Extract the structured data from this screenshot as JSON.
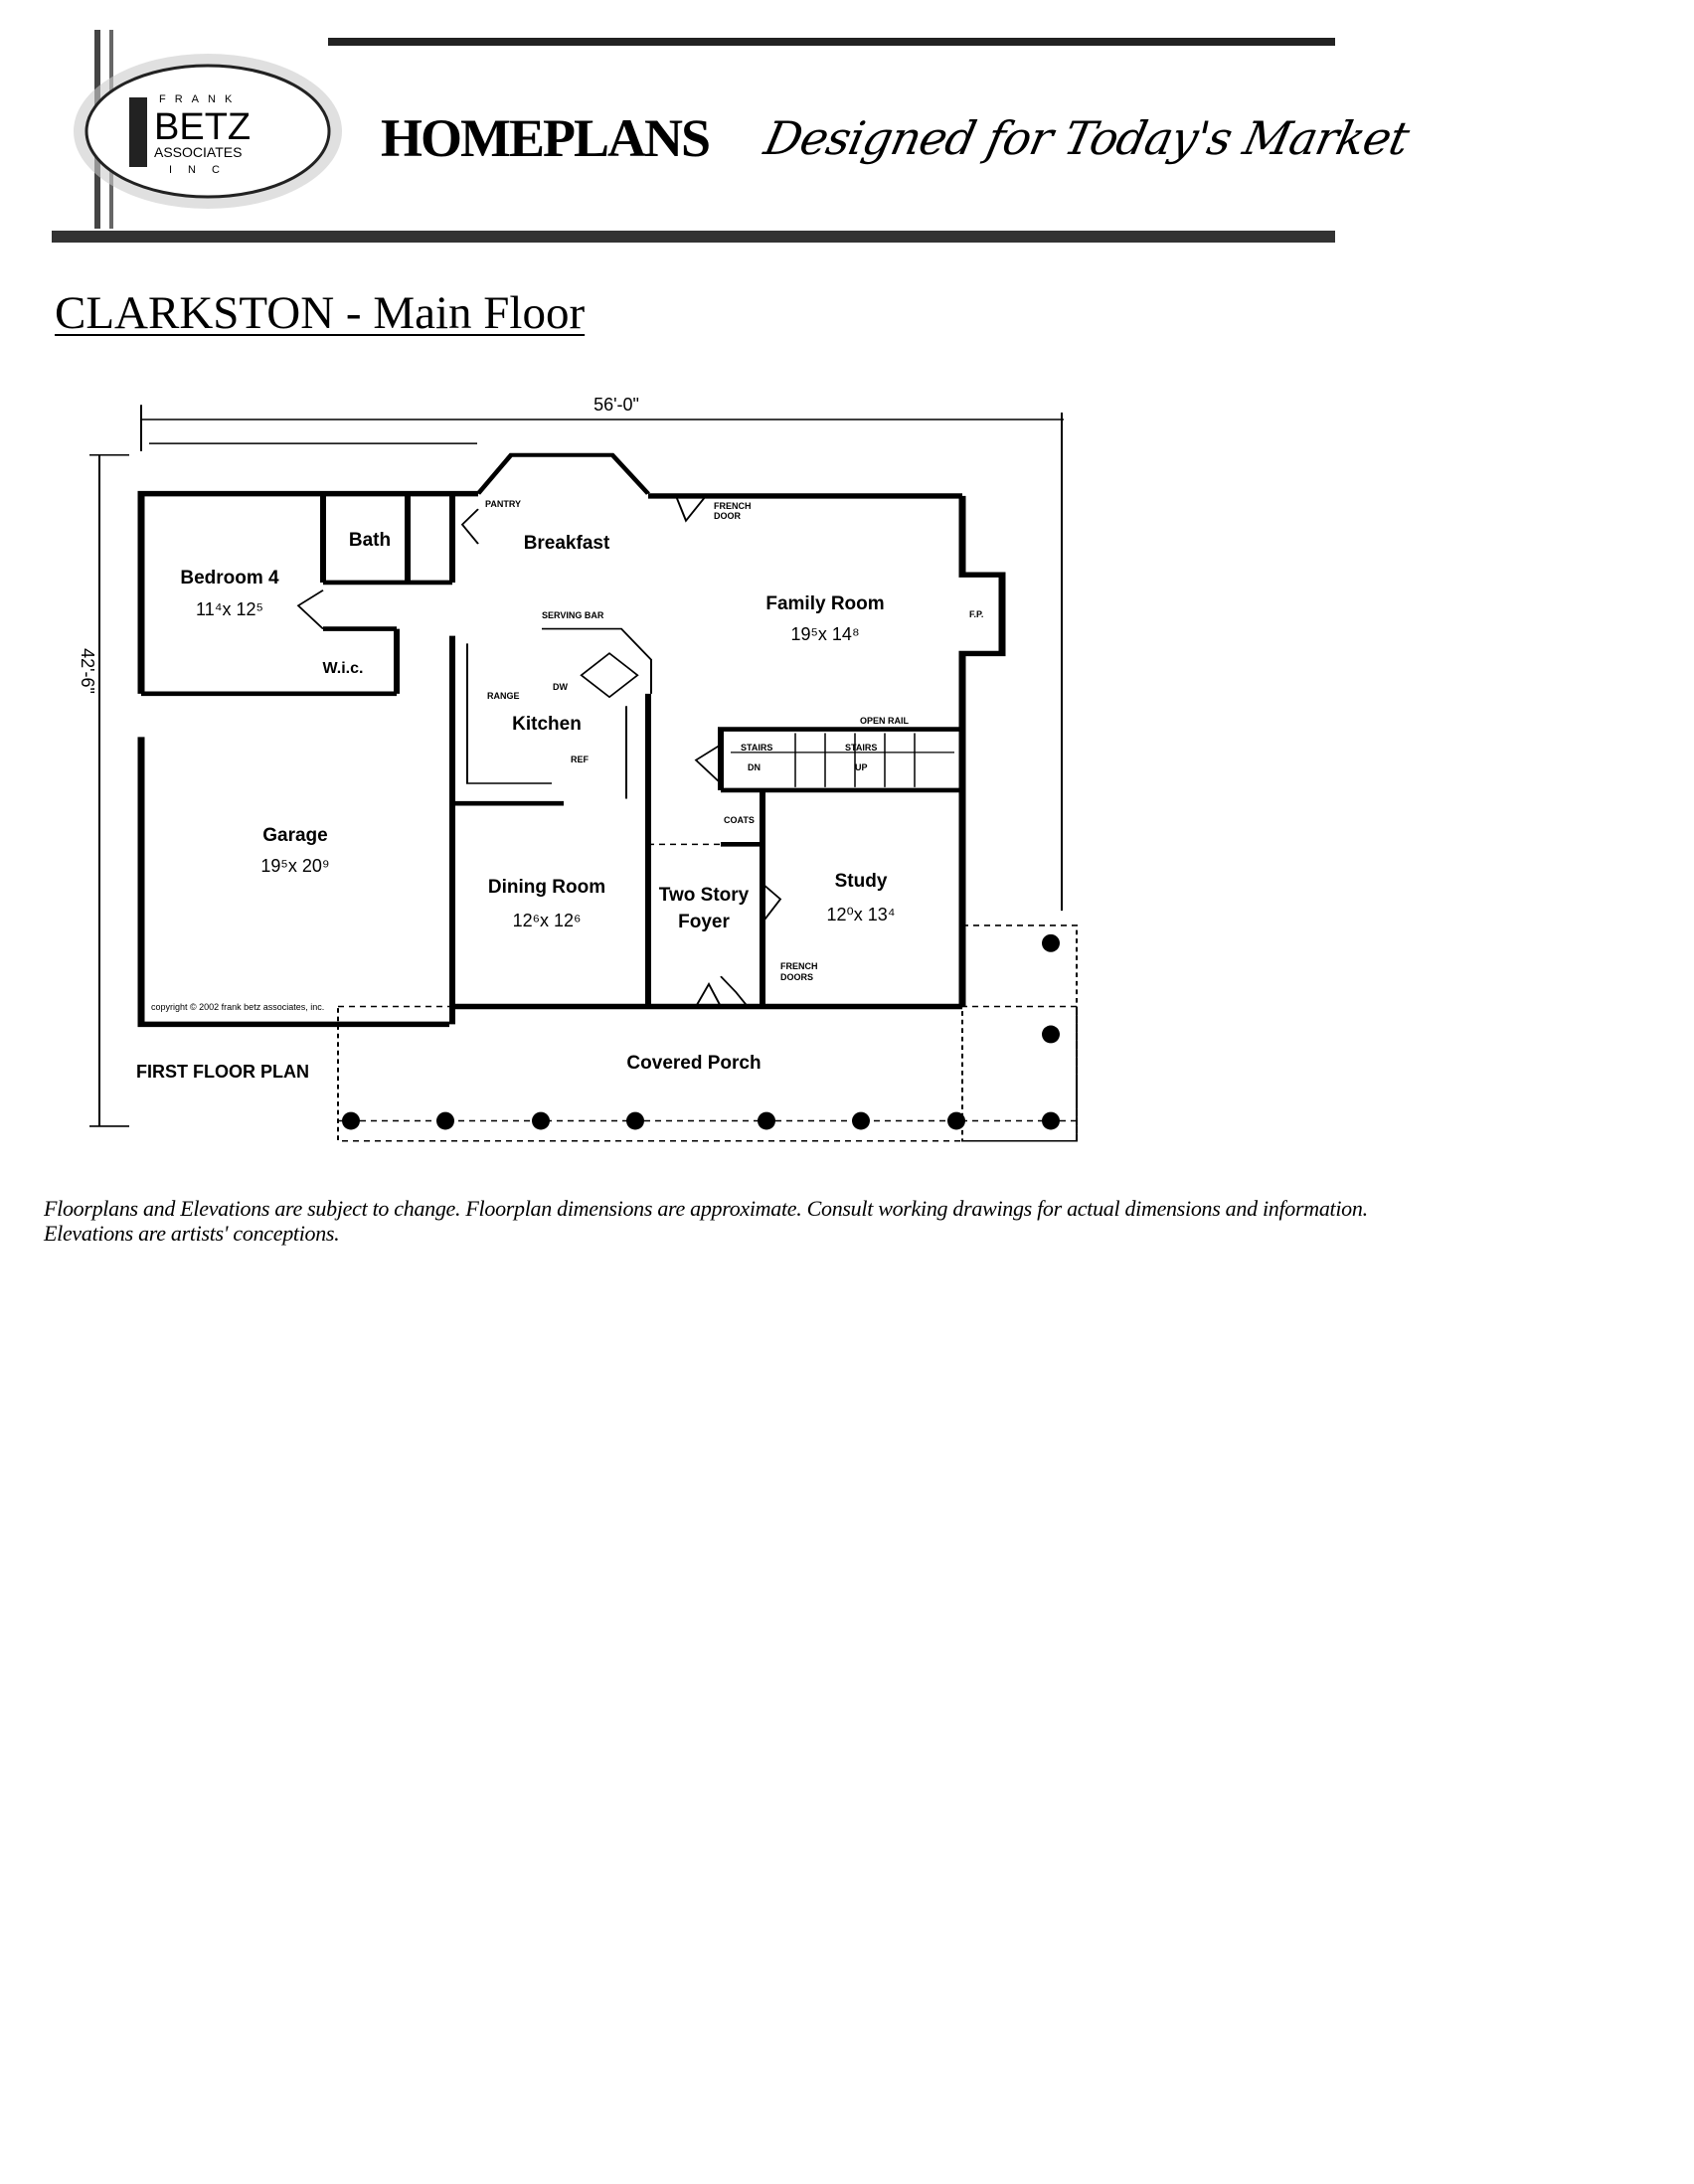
{
  "header": {
    "logo_text": [
      "FRANK",
      "BETZ",
      "ASSOCIATES",
      "INC"
    ],
    "brand": "HOMEPLANS",
    "tagline": "Designed for Today's Market"
  },
  "title": "CLARKSTON - Main Floor",
  "plan": {
    "overall_width": "56'-0\"",
    "overall_depth": "42'-6\"",
    "plan_label": "FIRST FLOOR PLAN",
    "copyright": "copyright © 2002 frank betz associates, inc.",
    "rooms": {
      "bedroom4": {
        "name": "Bedroom 4",
        "size": "11⁴x 12⁵"
      },
      "bath": {
        "name": "Bath"
      },
      "wic": {
        "name": "W.i.c."
      },
      "breakfast": {
        "name": "Breakfast"
      },
      "family": {
        "name": "Family Room",
        "size": "19⁵x 14⁸"
      },
      "kitchen": {
        "name": "Kitchen"
      },
      "garage": {
        "name": "Garage",
        "size": "19⁵x 20⁹"
      },
      "dining": {
        "name": "Dining Room",
        "size": "12⁶x 12⁶"
      },
      "foyer": {
        "name1": "Two Story",
        "name2": "Foyer"
      },
      "study": {
        "name": "Study",
        "size": "12⁰x 13⁴"
      },
      "porch": {
        "name": "Covered Porch"
      }
    },
    "notes": {
      "pantry": "PANTRY",
      "french_door1": "FRENCH",
      "french_door2": "DOOR",
      "fireplace": "F.P.",
      "serving_bar": "SERVING BAR",
      "dw": "DW",
      "range": "RANGE",
      "ref": "REF",
      "open_rail": "OPEN RAIL",
      "stairs": "STAIRS",
      "dn": "DN",
      "up": "UP",
      "coats": "COATS",
      "french_doors1": "FRENCH",
      "french_doors2": "DOORS"
    }
  },
  "footer": {
    "line1": "Floorplans and Elevations are subject to change. Floorplan dimensions are approximate. Consult working drawings for actual dimensions and information.",
    "line2": "Elevations are artists' conceptions."
  }
}
